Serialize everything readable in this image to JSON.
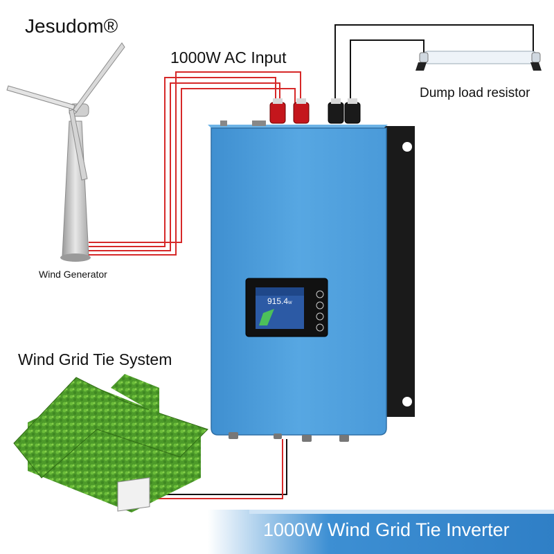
{
  "brand": "Jesudom®",
  "labels": {
    "ac_input": "1000W AC Input",
    "dump_load": "Dump load resistor",
    "wind_generator": "Wind Generator",
    "system": "Wind Grid Tie System",
    "banner": "1000W Wind Grid Tie Inverter"
  },
  "display": {
    "power_reading": "915.4",
    "power_unit": "W"
  },
  "colors": {
    "inverter_blue": "#4f9fdc",
    "wire_red": "#d62828",
    "wire_black": "#111111",
    "banner_blue": "#3d8fd3",
    "house_green": "#5aa52f"
  }
}
